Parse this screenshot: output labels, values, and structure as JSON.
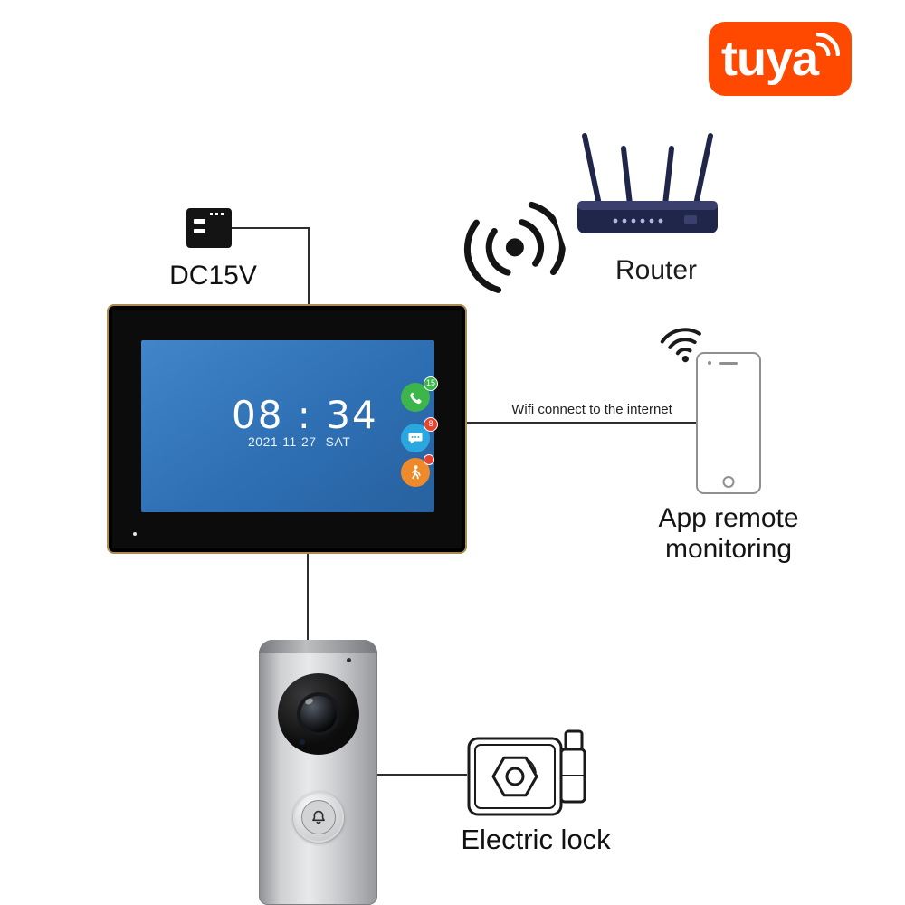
{
  "brand": {
    "logo_text": "tuya",
    "logo_color": "#ff4800"
  },
  "power": {
    "label": "DC15V"
  },
  "router": {
    "label": "Router"
  },
  "monitor": {
    "time": "08 : 34",
    "date": "2021-11-27",
    "day": "SAT",
    "screen_color": "#2f72b8",
    "badges": {
      "call": "15",
      "message": "8",
      "motion": ""
    }
  },
  "connection": {
    "wifi_label": "Wifi connect to the internet"
  },
  "app": {
    "line1": "App  remote",
    "line2": "monitoring"
  },
  "lock": {
    "label": "Electric lock"
  },
  "colors": {
    "call_green": "#3cb54a",
    "message_blue": "#2aa7df",
    "motion_orange": "#ef8a2b",
    "badge_red": "#e8432e",
    "router_navy": "#20264a",
    "frame_gold": "#ad8a52"
  }
}
